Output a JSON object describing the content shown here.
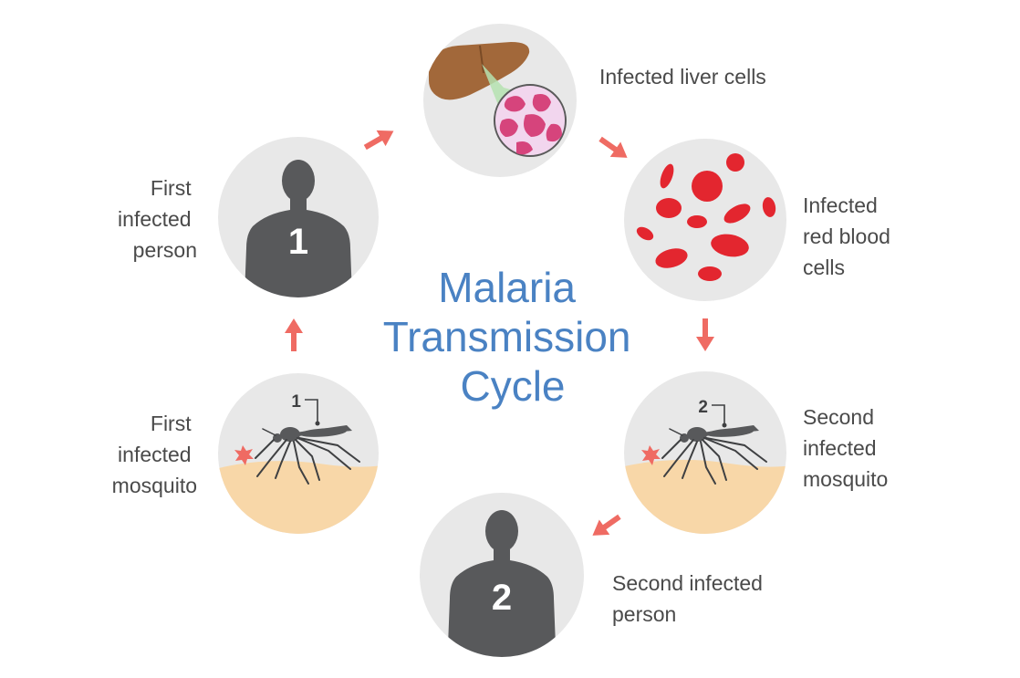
{
  "title": {
    "lines": [
      "Malaria",
      "Transmission",
      "Cycle"
    ],
    "color": "#4a82c3"
  },
  "colors": {
    "circle_bg": "#e8e8e8",
    "silhouette": "#58595b",
    "arrow": "#ef6b63",
    "blood_cell": "#e3262f",
    "liver": "#a2683a",
    "skin": "#f8d7a8",
    "label_text": "#4a4a4a"
  },
  "stages": [
    {
      "id": "first-infected-person",
      "icon": "person-silhouette-icon",
      "number": "1",
      "label_lines": [
        "First",
        "infected",
        "person"
      ]
    },
    {
      "id": "infected-liver-cells",
      "icon": "liver-cell-icon",
      "label_lines": [
        "Infected liver cells"
      ]
    },
    {
      "id": "infected-red-blood-cells",
      "icon": "red-blood-cells-icon",
      "label_lines": [
        "Infected",
        "red blood",
        "cells"
      ]
    },
    {
      "id": "second-infected-mosquito",
      "icon": "mosquito-icon",
      "number": "2",
      "label_lines": [
        "Second",
        "infected",
        "mosquito"
      ]
    },
    {
      "id": "second-infected-person",
      "icon": "person-silhouette-icon",
      "number": "2",
      "label_lines": [
        "Second infected",
        "person"
      ]
    },
    {
      "id": "first-infected-mosquito",
      "icon": "mosquito-icon",
      "number": "1",
      "label_lines": [
        "First",
        "infected",
        "mosquito"
      ]
    }
  ]
}
